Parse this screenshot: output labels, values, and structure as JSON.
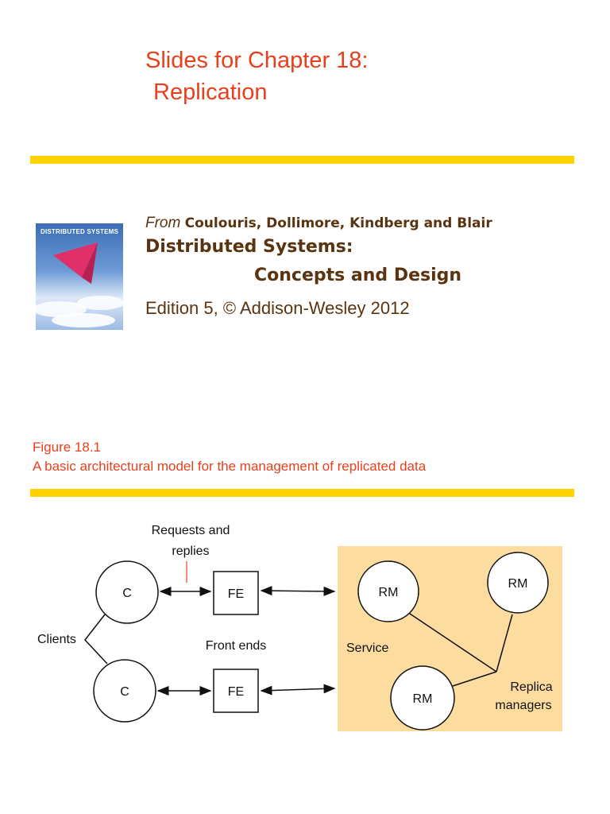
{
  "slide": {
    "title_line1": "Slides for Chapter 18:",
    "title_line2": "Replication"
  },
  "book": {
    "cover_title": "DISTRIBUTED SYSTEMS",
    "from_word": "From",
    "authors": "Coulouris, Dollimore, Kindberg and Blair",
    "title": "Distributed Systems:",
    "subtitle": "Concepts and Design",
    "edition": "Edition 5, © Addison-Wesley 2012"
  },
  "figure": {
    "number": "Figure 18.1",
    "caption": "A basic architectural model for the management of replicated data"
  },
  "diagram": {
    "client_label": "C",
    "fe_label": "FE",
    "rm_label": "RM",
    "requests_line1": "Requests and",
    "requests_line2": "replies",
    "clients_label": "Clients",
    "front_ends_label": "Front ends",
    "service_label": "Service",
    "replica_line1": "Replica",
    "replica_line2": "managers"
  },
  "colors": {
    "accent": "#e8401c",
    "rule": "#ffd200",
    "book_text": "#5a3410",
    "service_box": "#fddca0"
  }
}
